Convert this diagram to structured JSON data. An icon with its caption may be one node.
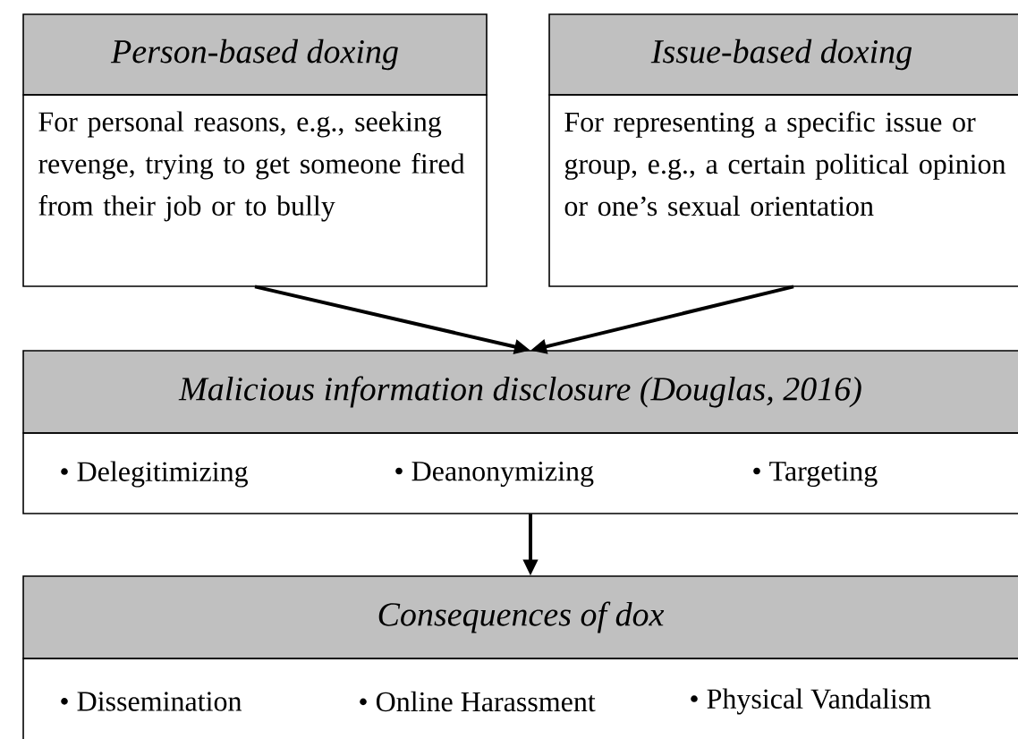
{
  "diagram": {
    "nodes": [
      {
        "text": [
          "Person-based doxing",
          "For personal reasons, e.g., seeking revenge, trying to get someone fired from their job or to bully"
        ]
      },
      {
        "text": [
          "Issue-based doxing",
          "For representing a specific issue or group, e.g., a certain political opinion or one’s sexual orientation"
        ]
      },
      {
        "text": [
          "Malicious information disclosure (Douglas, 2016)",
          "• Delegitimizing",
          "• Deanonymizing",
          "• Targeting"
        ]
      },
      {
        "text": [
          "Consequences of dox",
          "• Dissemination",
          "• Online Harassment",
          "• Physical Vandalism"
        ]
      }
    ],
    "edges": [
      {
        "from": 0,
        "to": 2,
        "arrow": "to"
      },
      {
        "from": 1,
        "to": 2,
        "arrow": "to"
      },
      {
        "from": 2,
        "to": 3,
        "arrow": "to"
      }
    ]
  }
}
